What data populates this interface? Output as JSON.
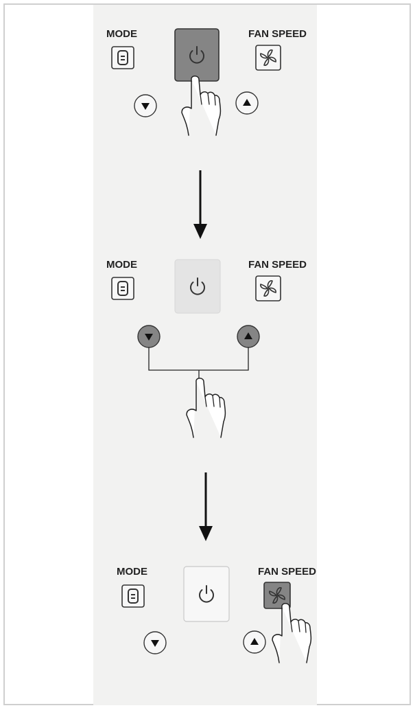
{
  "steps": [
    {
      "mode_label": "MODE",
      "fan_label": "FAN SPEED",
      "pressed": "power",
      "icons": {
        "mode": "mode-icon",
        "power": "power-icon",
        "fan": "fan-icon",
        "down": "down-arrow-icon",
        "up": "up-arrow-icon",
        "hand": "pointing-hand-icon"
      }
    },
    {
      "mode_label": "MODE",
      "fan_label": "FAN SPEED",
      "pressed": "up-and-down",
      "icons": {
        "mode": "mode-icon",
        "power": "power-icon",
        "fan": "fan-icon",
        "down": "down-arrow-icon",
        "up": "up-arrow-icon",
        "hand": "pointing-hand-icon"
      }
    },
    {
      "mode_label": "MODE",
      "fan_label": "FAN SPEED",
      "pressed": "fan",
      "icons": {
        "mode": "mode-icon",
        "power": "power-icon",
        "fan": "fan-icon",
        "down": "down-arrow-icon",
        "up": "up-arrow-icon",
        "hand": "pointing-hand-icon"
      }
    }
  ],
  "colors": {
    "panel": "#f2f2f1",
    "pressed_fill": "#858585",
    "idle_fill": "#f7f7f7",
    "outline": "#333333",
    "arrow": "#111111"
  }
}
